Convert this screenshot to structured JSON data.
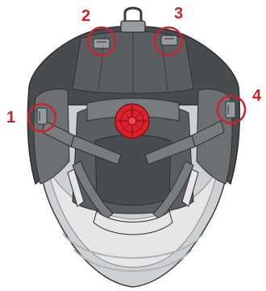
{
  "colors": {
    "callout": "#c4262e",
    "adjuster": "#e0202c",
    "padding_dark": "#4a4b4e",
    "padding_mid": "#5c5d60",
    "padding_light": "#6e6f72",
    "shell_outer": "#cfd0d2",
    "shell_inner": "#e6e6e7",
    "strap": "#7a7b7e",
    "outline": "#3a3a3c",
    "clip": "#9a9b9e"
  },
  "callouts": [
    {
      "number": "1",
      "target": "left-side-clip"
    },
    {
      "number": "2",
      "target": "front-left-clip"
    },
    {
      "number": "3",
      "target": "front-right-clip"
    },
    {
      "number": "4",
      "target": "right-side-clip"
    }
  ],
  "icons": {
    "top_loop": "d-ring-icon",
    "dial": "adjustment-dial-icon"
  }
}
